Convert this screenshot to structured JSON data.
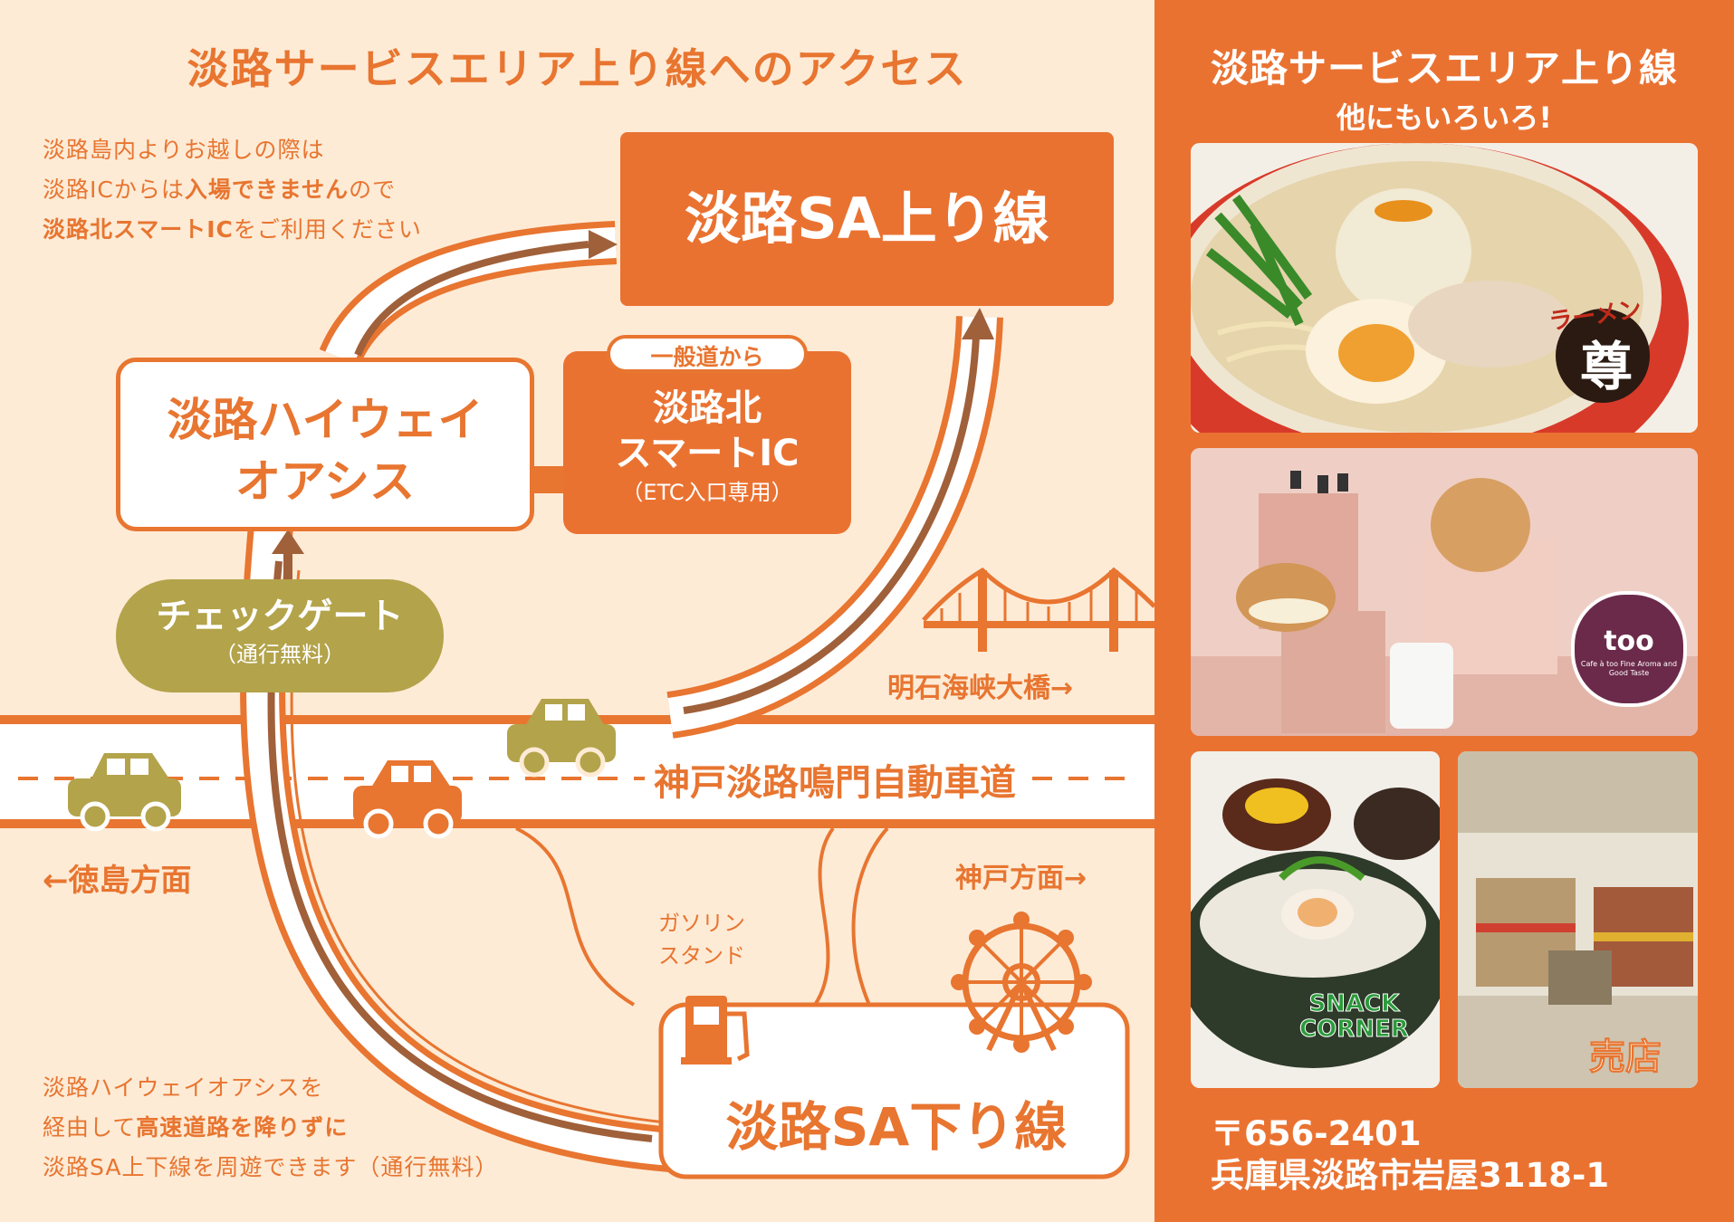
{
  "title": "淡路サービスエリア上り線へのアクセス",
  "notes": {
    "top": [
      "淡路島内よりお越しの際は",
      "淡路ICからは",
      "入場できません",
      "ので",
      "淡路北スマートIC",
      "をご利用ください"
    ],
    "bottom": [
      "淡路ハイウェイオアシスを",
      "経由して",
      "高速道路を降りずに",
      "淡路SA上下線を周遊できます（通行無料）"
    ]
  },
  "boxes": {
    "sa_up": "淡路SA上り線",
    "oasis": [
      "淡路ハイウェイ",
      "オアシス"
    ],
    "smart_ic_tag": "一般道から",
    "smart_ic": [
      "淡路北",
      "スマートIC",
      "（ETC入口専用）"
    ],
    "gate": [
      "チェックゲート",
      "（通行無料）"
    ],
    "sa_down": "淡路SA下り線",
    "gas": [
      "ガソリン",
      "スタンド"
    ]
  },
  "places": {
    "bridge": "明石海峡大橋→",
    "expressway": "神戸淡路鳴門自動車道",
    "tokushima": "←徳島方面",
    "kobe": "神戸方面→"
  },
  "panel": {
    "title": "淡路サービスエリア上り線",
    "subtitle": "他にもいろいろ!",
    "ramen_logo": "ラーメン",
    "ramen_kanji": "尊",
    "cafe_logo": "Cafe à too Fine Aroma and Good Taste",
    "cafe_word": "too",
    "snack_logo": [
      "SNACK",
      "CORNER"
    ],
    "shop_label": "売店",
    "postal": "〒656-2401",
    "address": "兵庫県淡路市岩屋3118-1"
  },
  "colors": {
    "orange": "#e87530",
    "road": "#fdebd6",
    "brown": "#a0603a",
    "olive": "#b3a34a",
    "panel": "#ea7231"
  }
}
